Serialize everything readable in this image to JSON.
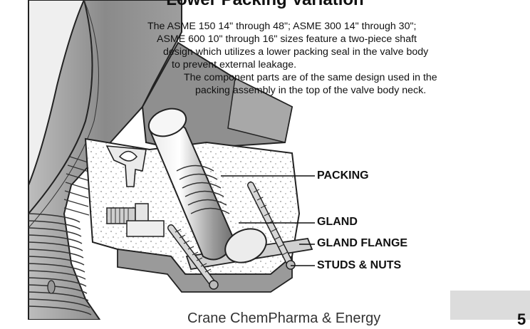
{
  "title": "Lower Packing Variation",
  "description": {
    "lines": [
      "The ASME 150 14\" through 48\"; ASME 300 14\" through 30\";",
      "ASME 600 10\" through 16\" sizes feature a two-piece shaft",
      "design which utilizes a lower packing seal in the valve body",
      "to prevent external leakage.",
      "The component parts are of the same design used in the",
      "packing assembly in the top of the valve body neck."
    ]
  },
  "callouts": {
    "packing": "PACKING",
    "gland": "GLAND",
    "gland_flange": "GLAND FLANGE",
    "studs_nuts": "STUDS & NUTS"
  },
  "footer": {
    "publisher": "Crane ChemPharma & Energy",
    "page_number": "5"
  }
}
